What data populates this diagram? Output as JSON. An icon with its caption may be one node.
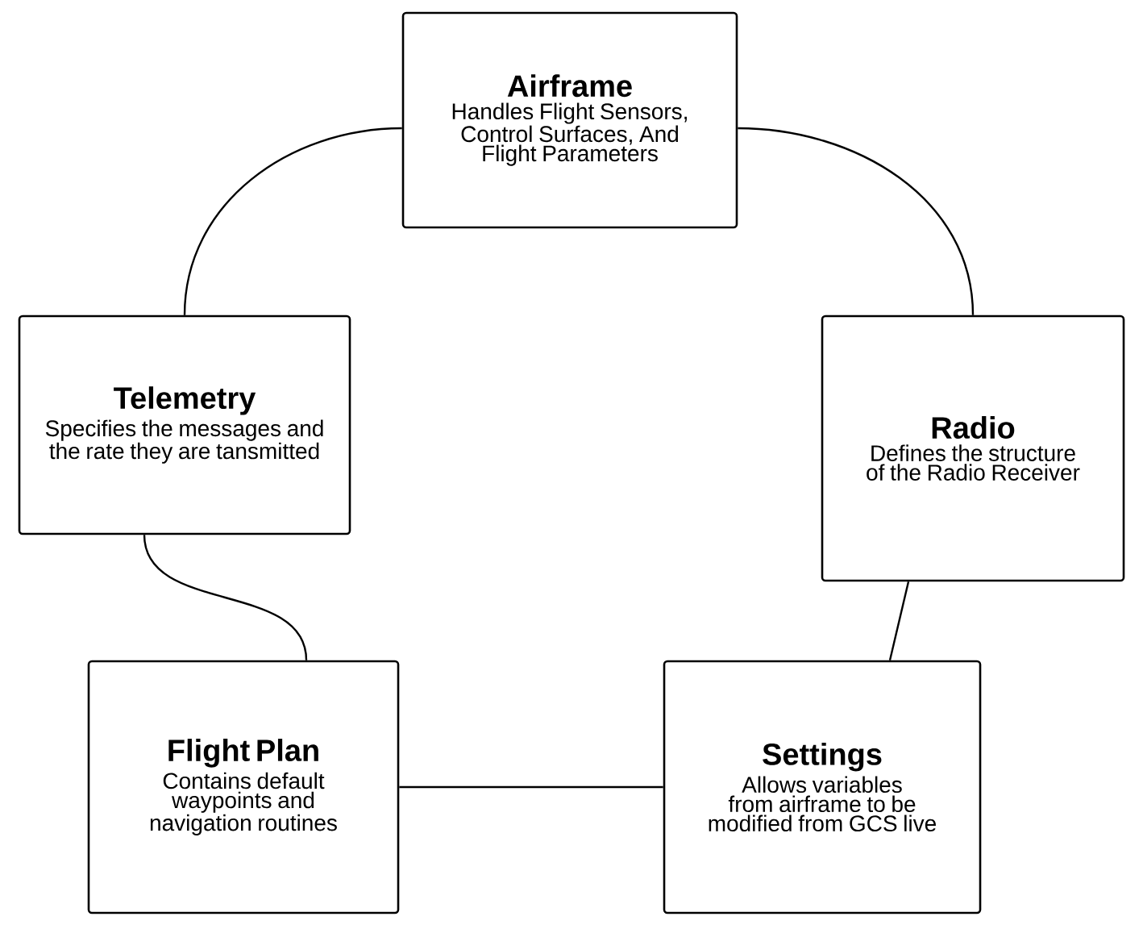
{
  "diagram": {
    "nodes": [
      {
        "text": [
          "Airframe",
          "Handles Flight Sensors, Control Surfaces, And Flight Parameters"
        ]
      },
      {
        "text": [
          "Telemetry",
          "Specifies the messages and the rate they are tansmitted"
        ]
      },
      {
        "text": [
          "Radio",
          "Defines the structure of the Radio Receiver"
        ]
      },
      {
        "text": [
          "Flight Plan",
          "Contains default waypoints and navigation routines"
        ]
      },
      {
        "text": [
          "Settings",
          "Allows variables from airframe to be modified from GCS live"
        ]
      }
    ],
    "edges": [
      {
        "from": 0,
        "to": 1,
        "arrow": "none"
      },
      {
        "from": 0,
        "to": 2,
        "arrow": "none"
      },
      {
        "from": 1,
        "to": 3,
        "arrow": "none"
      },
      {
        "from": 2,
        "to": 4,
        "arrow": "none"
      },
      {
        "from": 3,
        "to": 4,
        "arrow": "none"
      }
    ]
  }
}
